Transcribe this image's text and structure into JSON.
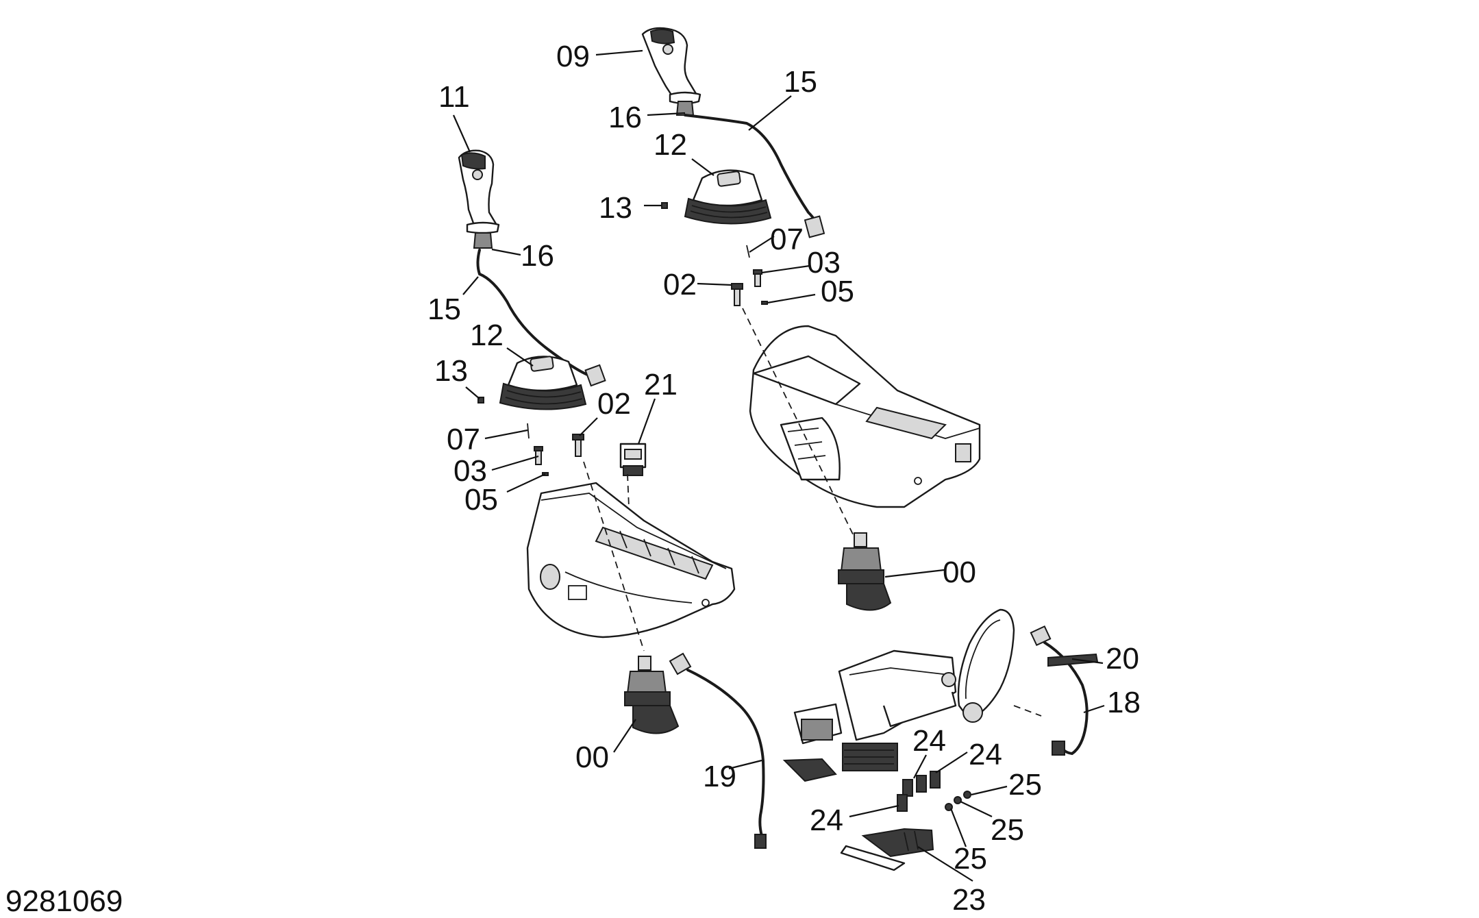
{
  "drawing_number": "9281069",
  "callouts": {
    "c09": "09",
    "c16a": "16",
    "c15a": "15",
    "c12a": "12",
    "c13a": "13",
    "c07a": "07",
    "c03a": "03",
    "c02a": "02",
    "c05a": "05",
    "c00a": "00",
    "c11": "11",
    "c16b": "16",
    "c15b": "15",
    "c12b": "12",
    "c13b": "13",
    "c07b": "07",
    "c03b": "03",
    "c05b": "05",
    "c02b": "02",
    "c21": "21",
    "c00b": "00",
    "c19": "19",
    "c20": "20",
    "c18": "18",
    "c24a": "24",
    "c24b": "24",
    "c24c": "24",
    "c25a": "25",
    "c25b": "25",
    "c25c": "25",
    "c23": "23"
  }
}
